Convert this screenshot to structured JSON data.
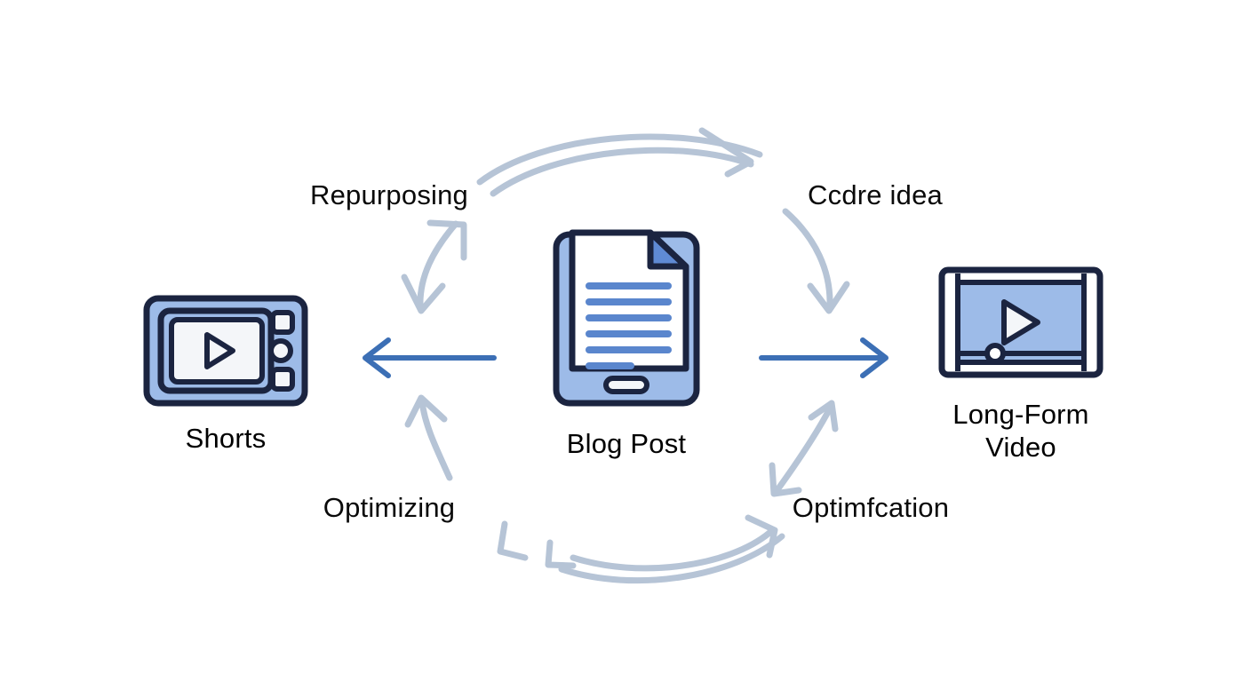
{
  "diagram": {
    "type": "cycle-flow",
    "background_color": "#ffffff",
    "title": "",
    "nodes": [
      {
        "id": "shorts",
        "label": "Shorts",
        "icon": "shorts-video-player-icon",
        "position": "left"
      },
      {
        "id": "blog-post",
        "label": "Blog Post",
        "icon": "document-tablet-icon",
        "position": "center"
      },
      {
        "id": "long-form-video",
        "label": "Long-Form\nVideo",
        "icon": "video-player-icon",
        "position": "right"
      }
    ],
    "cycle_labels": [
      {
        "id": "repurposing",
        "text": "Repurposing",
        "position": "top-left"
      },
      {
        "id": "core-idea",
        "text": "Ccdre idea",
        "position": "top-right"
      },
      {
        "id": "optimizing",
        "text": "Optimizing",
        "position": "bottom-left"
      },
      {
        "id": "optimization",
        "text": "Optimfcation",
        "position": "bottom-right"
      }
    ],
    "connectors": [
      {
        "id": "blog-to-shorts",
        "direction": "left",
        "color": "#3c6fb5"
      },
      {
        "id": "blog-to-longform",
        "direction": "right",
        "color": "#3c6fb5"
      }
    ],
    "colors": {
      "arrow_blue": "#3c6fb5",
      "cycle_arc": "#b6c4d6",
      "icon_outline": "#1b2440",
      "icon_fill_blue": "#9dbbe8",
      "icon_fill_light": "#f4f6f9",
      "icon_line_blue": "#5a86cd",
      "text": "#000000"
    }
  }
}
